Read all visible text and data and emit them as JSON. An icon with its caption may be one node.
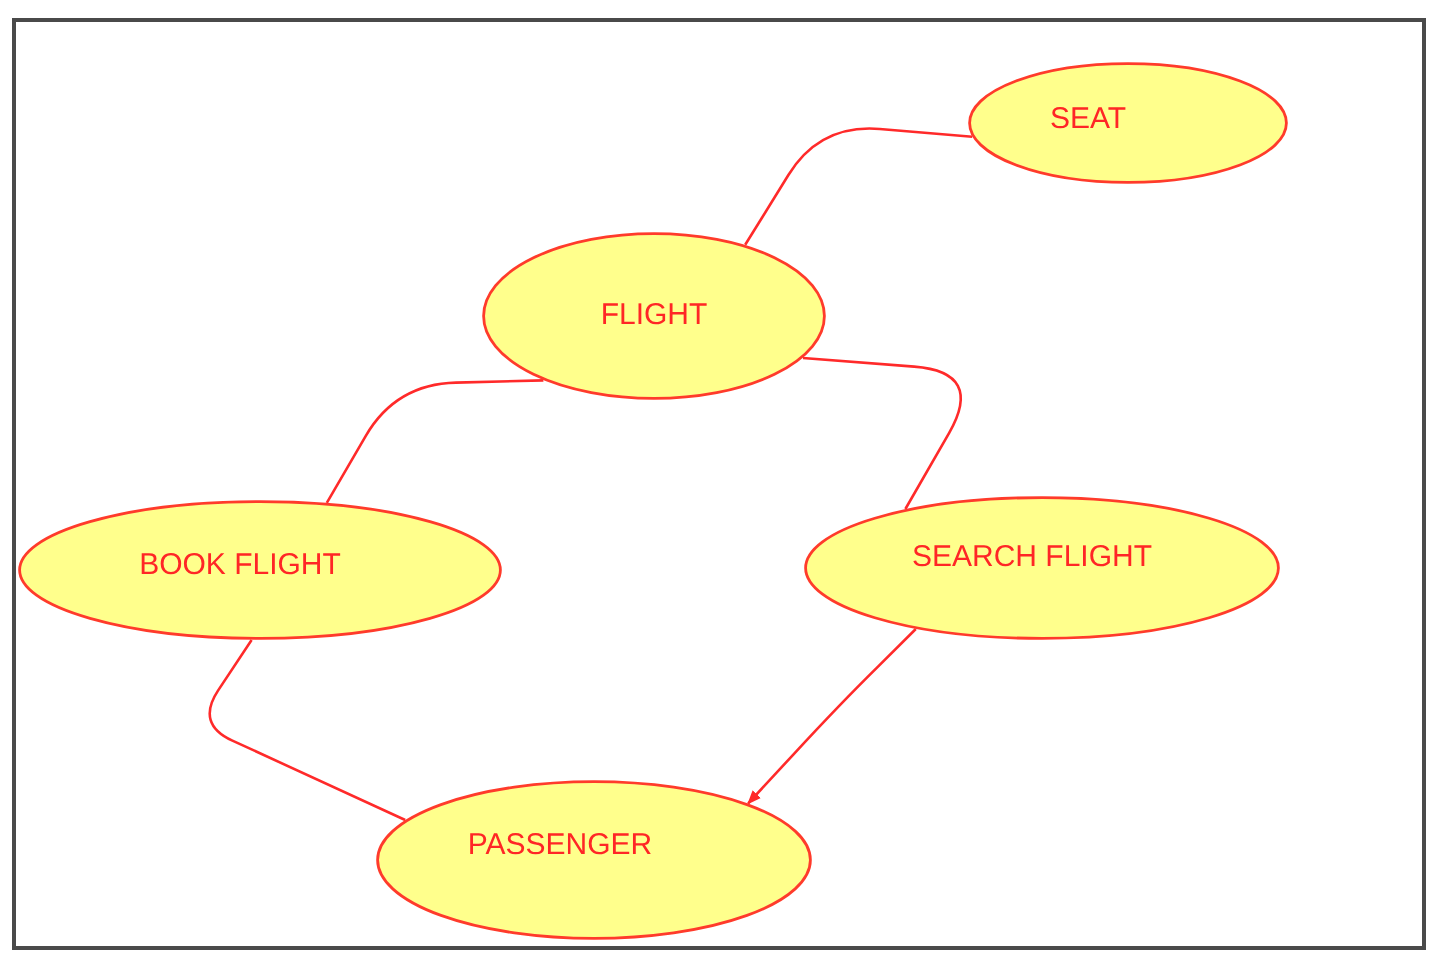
{
  "diagram": {
    "nodes": [
      {
        "text": [
          "SEAT"
        ]
      },
      {
        "text": [
          "FLIGHT"
        ]
      },
      {
        "text": [
          "BOOK FLIGHT"
        ]
      },
      {
        "text": [
          "SEARCH FLIGHT"
        ]
      },
      {
        "text": [
          "PASSENGER"
        ]
      }
    ],
    "edges": [
      {
        "from": 1,
        "to": 0,
        "arrow": "none"
      },
      {
        "from": 1,
        "to": 2,
        "arrow": "none"
      },
      {
        "from": 1,
        "to": 3,
        "arrow": "none"
      },
      {
        "from": 2,
        "to": 4,
        "arrow": "none"
      },
      {
        "from": 3,
        "to": 4,
        "arrow": "to"
      }
    ]
  }
}
